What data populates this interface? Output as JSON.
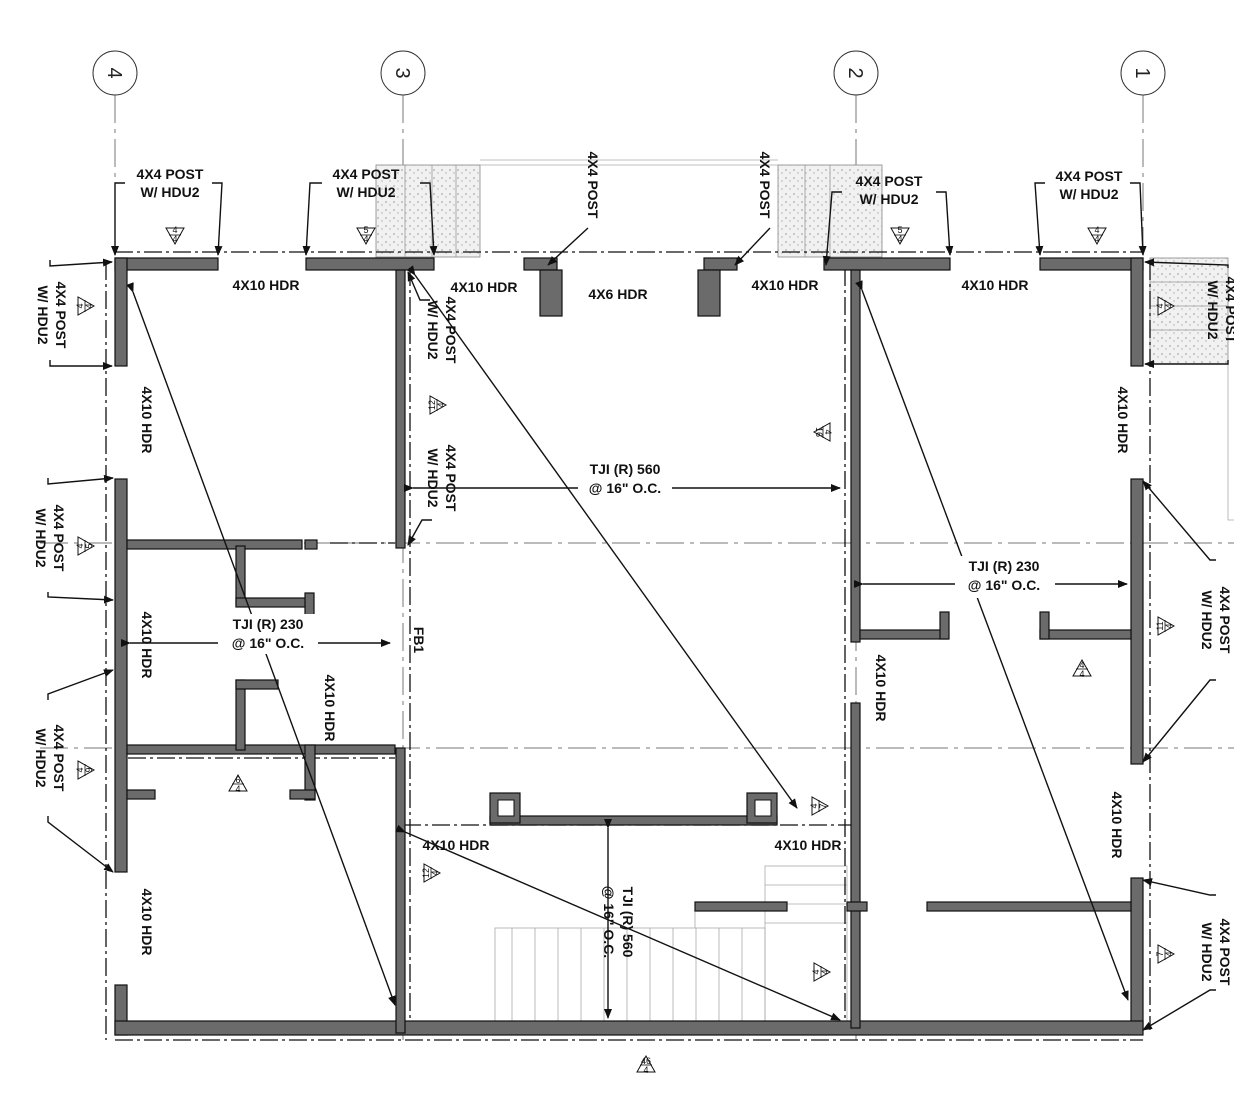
{
  "grid_lines": [
    "4",
    "3",
    "2",
    "1"
  ],
  "labels": {
    "post_hdu2_line1": "4X4 POST",
    "post_hdu2_line2": "W/ HDU2",
    "post": "4X4 POST",
    "hdr_4x10": "4X10 HDR",
    "hdr_4x6": "4X6 HDR",
    "tji560_line1": "TJI (R) 560",
    "tji560_line2": "@ 16\" O.C.",
    "tji230_line1": "TJI (R) 230",
    "tji230_line2": "@ 16\" O.C.",
    "fb1": "FB1"
  },
  "detail_tags": {
    "t_4_4": {
      "num": "4",
      "sheet": "4"
    },
    "t_5_4": {
      "num": "5",
      "sheet": "4"
    },
    "t_4_5": {
      "num": "4",
      "sheet": "5"
    },
    "t_4_9": {
      "num": "4",
      "sheet": "9"
    },
    "t_4_6": {
      "num": "4",
      "sheet": "6"
    },
    "t_12_4": {
      "num": "12",
      "sheet": "4"
    },
    "t_4_16": {
      "num": "4",
      "sheet": "16"
    },
    "t_4_7": {
      "num": "4",
      "sheet": "7"
    },
    "t_11_4": {
      "num": "11",
      "sheet": "4"
    },
    "t_7_4": {
      "num": "7",
      "sheet": "4"
    },
    "t_4_46": {
      "num": "4",
      "sheet": "46"
    }
  },
  "colors": {
    "wall_fill": "#6b6b6b",
    "line": "#111111",
    "hatch": "#cfcfcf"
  }
}
